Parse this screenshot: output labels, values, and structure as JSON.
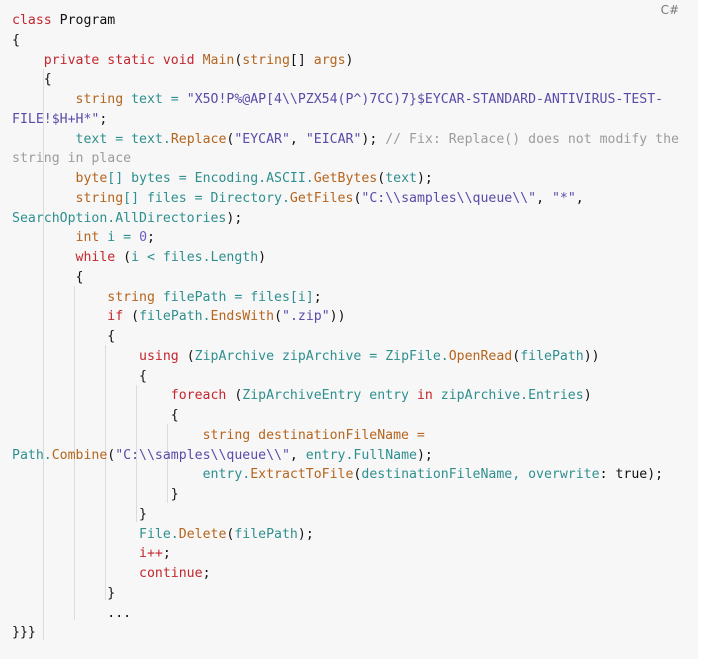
{
  "language_label": "C#",
  "code_lines": [
    [
      {
        "t": "class ",
        "c": "kw"
      },
      {
        "t": "Program",
        "c": "pl"
      }
    ],
    [
      {
        "t": "{",
        "c": "pl"
      }
    ],
    [
      {
        "t": "    ",
        "c": "pl"
      },
      {
        "t": "private static void ",
        "c": "kw"
      },
      {
        "t": "Main",
        "c": "fn"
      },
      {
        "t": "(",
        "c": "pl"
      },
      {
        "t": "string",
        "c": "fn"
      },
      {
        "t": "[] ",
        "c": "pl"
      },
      {
        "t": "args",
        "c": "fn"
      },
      {
        "t": ")",
        "c": "pl"
      }
    ],
    [
      {
        "t": "    {",
        "c": "pl"
      }
    ],
    [
      {
        "t": "        ",
        "c": "pl"
      },
      {
        "t": "string",
        "c": "fn"
      },
      {
        "t": " text = ",
        "c": "id"
      },
      {
        "t": "\"X5O!P%@AP[4\\\\PZX54(P^)7CC)7}$EYCAR-STANDARD-ANTIVIRUS-TEST-",
        "c": "str"
      }
    ],
    [
      {
        "t": "FILE!$H+H*\"",
        "c": "str"
      },
      {
        "t": ";",
        "c": "pl"
      }
    ],
    [
      {
        "t": "        ",
        "c": "pl"
      },
      {
        "t": "text = text.",
        "c": "id"
      },
      {
        "t": "Replace",
        "c": "fn"
      },
      {
        "t": "(",
        "c": "pl"
      },
      {
        "t": "\"EYCAR\"",
        "c": "str"
      },
      {
        "t": ", ",
        "c": "pl"
      },
      {
        "t": "\"EICAR\"",
        "c": "str"
      },
      {
        "t": "); ",
        "c": "pl"
      },
      {
        "t": "// Fix: Replace() does not modify the",
        "c": "cm"
      }
    ],
    [
      {
        "t": "string in place",
        "c": "cm"
      }
    ],
    [
      {
        "t": "        ",
        "c": "pl"
      },
      {
        "t": "byte",
        "c": "fn"
      },
      {
        "t": "[] bytes = Encoding.ASCII.",
        "c": "id"
      },
      {
        "t": "GetBytes",
        "c": "fn"
      },
      {
        "t": "(",
        "c": "pl"
      },
      {
        "t": "text",
        "c": "id"
      },
      {
        "t": ");",
        "c": "pl"
      }
    ],
    [
      {
        "t": "        ",
        "c": "pl"
      },
      {
        "t": "string",
        "c": "fn"
      },
      {
        "t": "[] files = Directory.",
        "c": "id"
      },
      {
        "t": "GetFiles",
        "c": "fn"
      },
      {
        "t": "(",
        "c": "pl"
      },
      {
        "t": "\"C:\\\\samples\\\\queue\\\\\"",
        "c": "str"
      },
      {
        "t": ", ",
        "c": "pl"
      },
      {
        "t": "\"*\"",
        "c": "str"
      },
      {
        "t": ",",
        "c": "pl"
      }
    ],
    [
      {
        "t": "SearchOption.AllDirectories",
        "c": "id"
      },
      {
        "t": ");",
        "c": "pl"
      }
    ],
    [
      {
        "t": "        ",
        "c": "pl"
      },
      {
        "t": "int",
        "c": "fn"
      },
      {
        "t": " i = ",
        "c": "id"
      },
      {
        "t": "0",
        "c": "num"
      },
      {
        "t": ";",
        "c": "pl"
      }
    ],
    [
      {
        "t": "        ",
        "c": "pl"
      },
      {
        "t": "while",
        "c": "kw"
      },
      {
        "t": " (",
        "c": "pl"
      },
      {
        "t": "i < files.Length",
        "c": "id"
      },
      {
        "t": ")",
        "c": "pl"
      }
    ],
    [
      {
        "t": "        {",
        "c": "pl"
      }
    ],
    [
      {
        "t": "            ",
        "c": "pl"
      },
      {
        "t": "string",
        "c": "fn"
      },
      {
        "t": " filePath = files[i]",
        "c": "id"
      },
      {
        "t": ";",
        "c": "pl"
      }
    ],
    [
      {
        "t": "            ",
        "c": "pl"
      },
      {
        "t": "if",
        "c": "kw"
      },
      {
        "t": " (",
        "c": "pl"
      },
      {
        "t": "filePath.",
        "c": "id"
      },
      {
        "t": "EndsWith",
        "c": "fn"
      },
      {
        "t": "(",
        "c": "pl"
      },
      {
        "t": "\".zip\"",
        "c": "str"
      },
      {
        "t": "))",
        "c": "pl"
      }
    ],
    [
      {
        "t": "            {",
        "c": "pl"
      }
    ],
    [
      {
        "t": "                ",
        "c": "pl"
      },
      {
        "t": "using",
        "c": "kw"
      },
      {
        "t": " (",
        "c": "pl"
      },
      {
        "t": "ZipArchive zipArchive = ZipFile.",
        "c": "id"
      },
      {
        "t": "OpenRead",
        "c": "fn"
      },
      {
        "t": "(",
        "c": "pl"
      },
      {
        "t": "filePath",
        "c": "id"
      },
      {
        "t": "))",
        "c": "pl"
      }
    ],
    [
      {
        "t": "                {",
        "c": "pl"
      }
    ],
    [
      {
        "t": "                    ",
        "c": "pl"
      },
      {
        "t": "foreach",
        "c": "kw"
      },
      {
        "t": " (",
        "c": "pl"
      },
      {
        "t": "ZipArchiveEntry entry ",
        "c": "id"
      },
      {
        "t": "in",
        "c": "kw"
      },
      {
        "t": " zipArchive.Entries",
        "c": "id"
      },
      {
        "t": ")",
        "c": "pl"
      }
    ],
    [
      {
        "t": "                    {",
        "c": "pl"
      }
    ],
    [
      {
        "t": "                        ",
        "c": "pl"
      },
      {
        "t": "string",
        "c": "fn"
      },
      {
        "t": " destinationFileName =",
        "c": "fn"
      }
    ],
    [
      {
        "t": "Path.",
        "c": "id"
      },
      {
        "t": "Combine",
        "c": "fn"
      },
      {
        "t": "(",
        "c": "pl"
      },
      {
        "t": "\"C:\\\\samples\\\\queue\\\\\"",
        "c": "str"
      },
      {
        "t": ", ",
        "c": "pl"
      },
      {
        "t": "entry.FullName",
        "c": "id"
      },
      {
        "t": ");",
        "c": "pl"
      }
    ],
    [
      {
        "t": "                        ",
        "c": "pl"
      },
      {
        "t": "entry.",
        "c": "id"
      },
      {
        "t": "ExtractToFile",
        "c": "fn"
      },
      {
        "t": "(",
        "c": "pl"
      },
      {
        "t": "destinationFileName, overwrite",
        "c": "id"
      },
      {
        "t": ": true);",
        "c": "pl"
      }
    ],
    [
      {
        "t": "                    }",
        "c": "pl"
      }
    ],
    [
      {
        "t": "                }",
        "c": "pl"
      }
    ],
    [
      {
        "t": "                ",
        "c": "pl"
      },
      {
        "t": "File.",
        "c": "id"
      },
      {
        "t": "Delete",
        "c": "fn"
      },
      {
        "t": "(",
        "c": "pl"
      },
      {
        "t": "filePath",
        "c": "id"
      },
      {
        "t": ");",
        "c": "pl"
      }
    ],
    [
      {
        "t": "                ",
        "c": "pl"
      },
      {
        "t": "i++",
        "c": "kw"
      },
      {
        "t": ";",
        "c": "pl"
      }
    ],
    [
      {
        "t": "                ",
        "c": "pl"
      },
      {
        "t": "continue",
        "c": "kw"
      },
      {
        "t": ";",
        "c": "pl"
      }
    ],
    [
      {
        "t": "            }",
        "c": "pl"
      }
    ],
    [
      {
        "t": "            ...",
        "c": "pl"
      }
    ],
    [
      {
        "t": "}}}",
        "c": "pl"
      }
    ]
  ]
}
